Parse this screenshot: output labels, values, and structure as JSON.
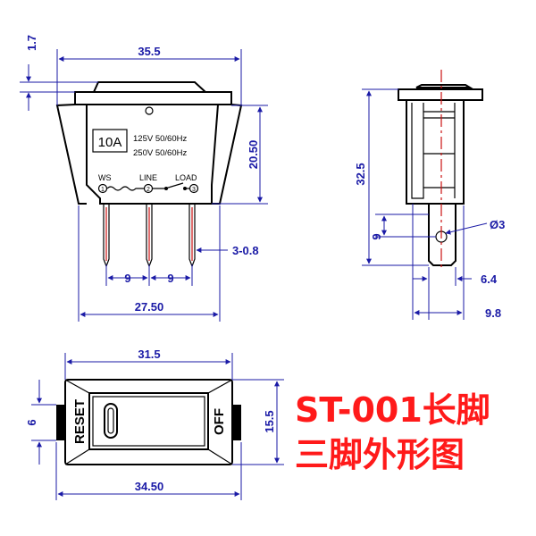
{
  "dimensions": {
    "top_width": "35.5",
    "cap_height": "1.7",
    "body_height": "20.50",
    "pin_width": "3-0.8",
    "pin_pitch_left": "9",
    "pin_pitch_right": "9",
    "base_width": "27.50",
    "side_height": "32.5",
    "hole_offset": "9",
    "hole_dia": "Ø3",
    "pin_depth": "6.4",
    "side_width": "9.8",
    "bottom_inner_width": "31.5",
    "bottom_outer_width": "34.50",
    "bottom_left_height": "6",
    "bottom_right_height": "15.5"
  },
  "labels": {
    "rating": "10A",
    "voltage_1": "125V 50/60Hz",
    "voltage_2": "250V 50/60Hz",
    "terminal_ws": "WS",
    "terminal_line": "LINE",
    "terminal_load": "LOAD",
    "num_1": "1",
    "num_2": "2",
    "num_3": "3",
    "reset": "RESET",
    "off": "OFF"
  },
  "title": {
    "line1": "ST-001长脚",
    "line2": "三脚外形图",
    "color": "#ff1a1a"
  },
  "colors": {
    "dimension": "#1a1aa6",
    "pin": "#cc1111",
    "outline": "#000000"
  }
}
